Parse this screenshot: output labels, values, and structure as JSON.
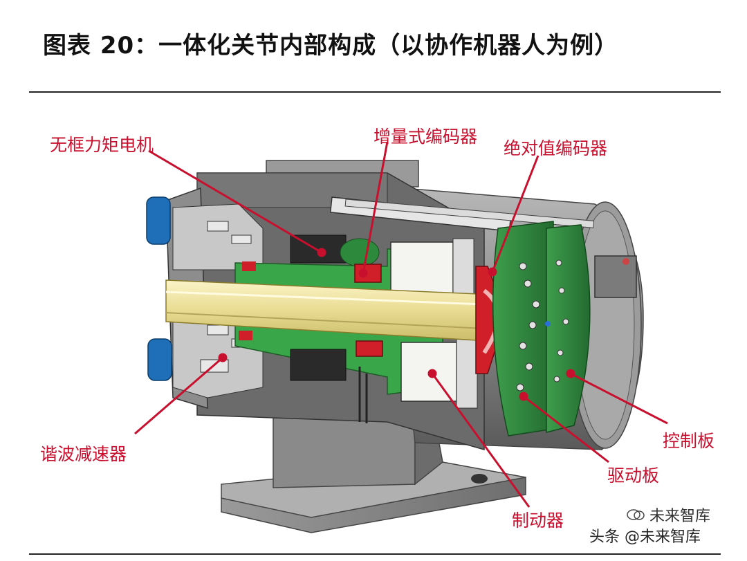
{
  "title": "图表 20：一体化关节内部构成（以协作机器人为例）",
  "labels": {
    "frameless_motor": "无框力矩电机",
    "incremental_encoder": "增量式编码器",
    "absolute_encoder": "绝对值编码器",
    "harmonic_reducer": "谐波减速器",
    "control_board": "控制板",
    "drive_board": "驱动板",
    "brake": "制动器"
  },
  "watermark": {
    "brand": "未来智库",
    "source": "头条 @未来智库"
  },
  "colors": {
    "label_red": "#c8102e",
    "pcb_green": "#2f8f3f",
    "shaft_yellow": "#f2e8a8",
    "housing_gray": "#8c8c8c",
    "cap_blue": "#1f6fb8",
    "rotor_green": "#3aa64a",
    "brake_white": "#f4f4f0"
  }
}
